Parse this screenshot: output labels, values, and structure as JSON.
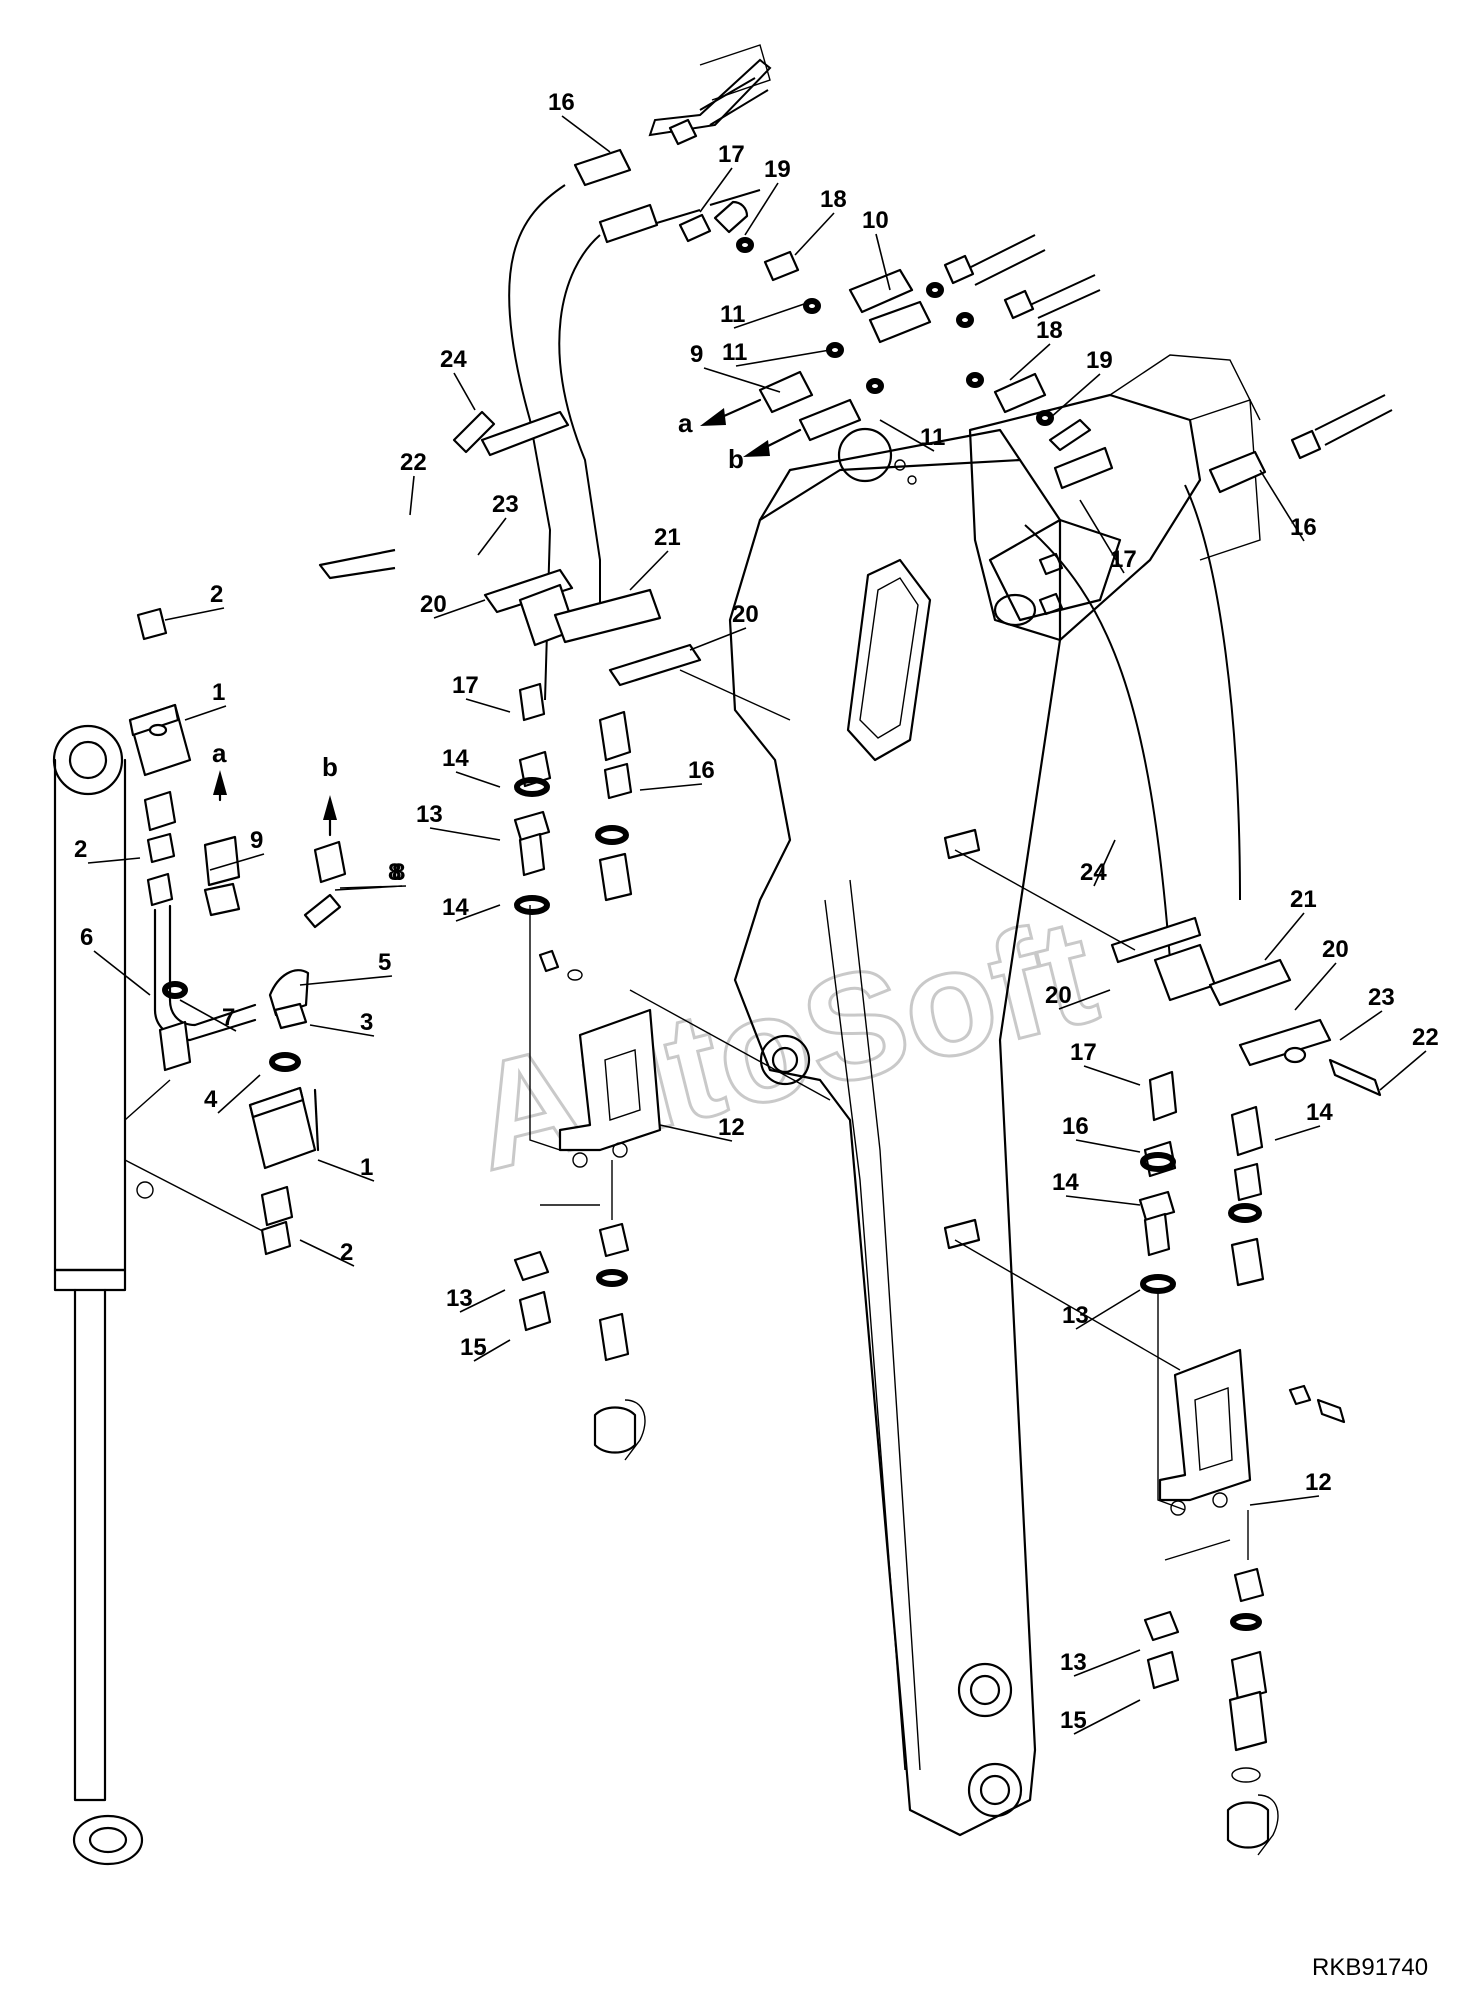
{
  "drawing_code": "RKB91740",
  "watermark": "AutoSoft",
  "arrow_labels": [
    "a",
    "b",
    "a",
    "b"
  ],
  "callouts": [
    "16",
    "17",
    "19",
    "18",
    "10",
    "11",
    "11",
    "9",
    "18",
    "19",
    "24",
    "22",
    "23",
    "21",
    "20",
    "20",
    "8",
    "11",
    "17",
    "16",
    "2",
    "1",
    "2",
    "9",
    "8",
    "6",
    "5",
    "7",
    "3",
    "4",
    "1",
    "2",
    "17",
    "14",
    "13",
    "14",
    "16",
    "12",
    "13",
    "15",
    "24",
    "21",
    "20",
    "20",
    "23",
    "22",
    "17",
    "16",
    "14",
    "13",
    "14",
    "12",
    "13",
    "15"
  ]
}
